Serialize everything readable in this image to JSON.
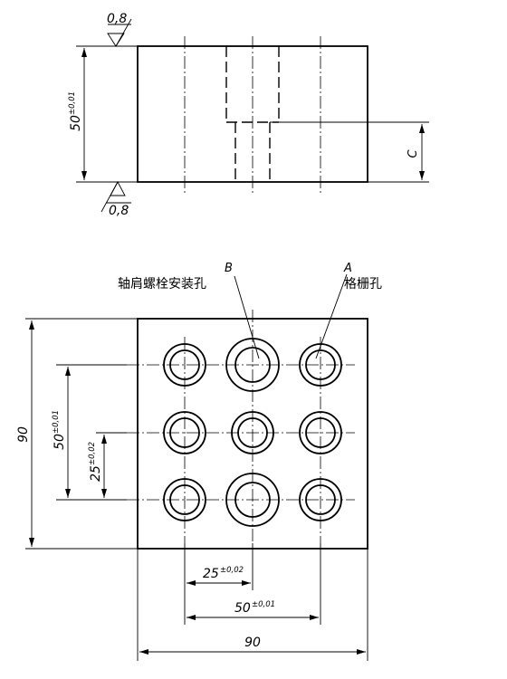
{
  "surface_finish": {
    "top": "0,8",
    "bottom": "0,8"
  },
  "front_view": {
    "height_dim": {
      "value": "50",
      "tolerance": "±0,01"
    },
    "side_dim": {
      "value": "C"
    }
  },
  "top_view": {
    "shoulder_bolt_holes": {
      "letter": "B",
      "label": "轴肩螺栓安装孔"
    },
    "grid_holes": {
      "letter": "A",
      "label": "格栅孔"
    },
    "dims": {
      "outer_height": "90",
      "outer_width": "90",
      "pitch_50_vertical": {
        "value": "50",
        "tolerance": "±0,01"
      },
      "pitch_25_vertical": {
        "value": "25",
        "tolerance": "±0,02"
      },
      "pitch_25_horizontal": {
        "value": "25",
        "tolerance": "±0,02"
      },
      "pitch_50_horizontal": {
        "value": "50",
        "tolerance": "±0,01"
      }
    }
  }
}
